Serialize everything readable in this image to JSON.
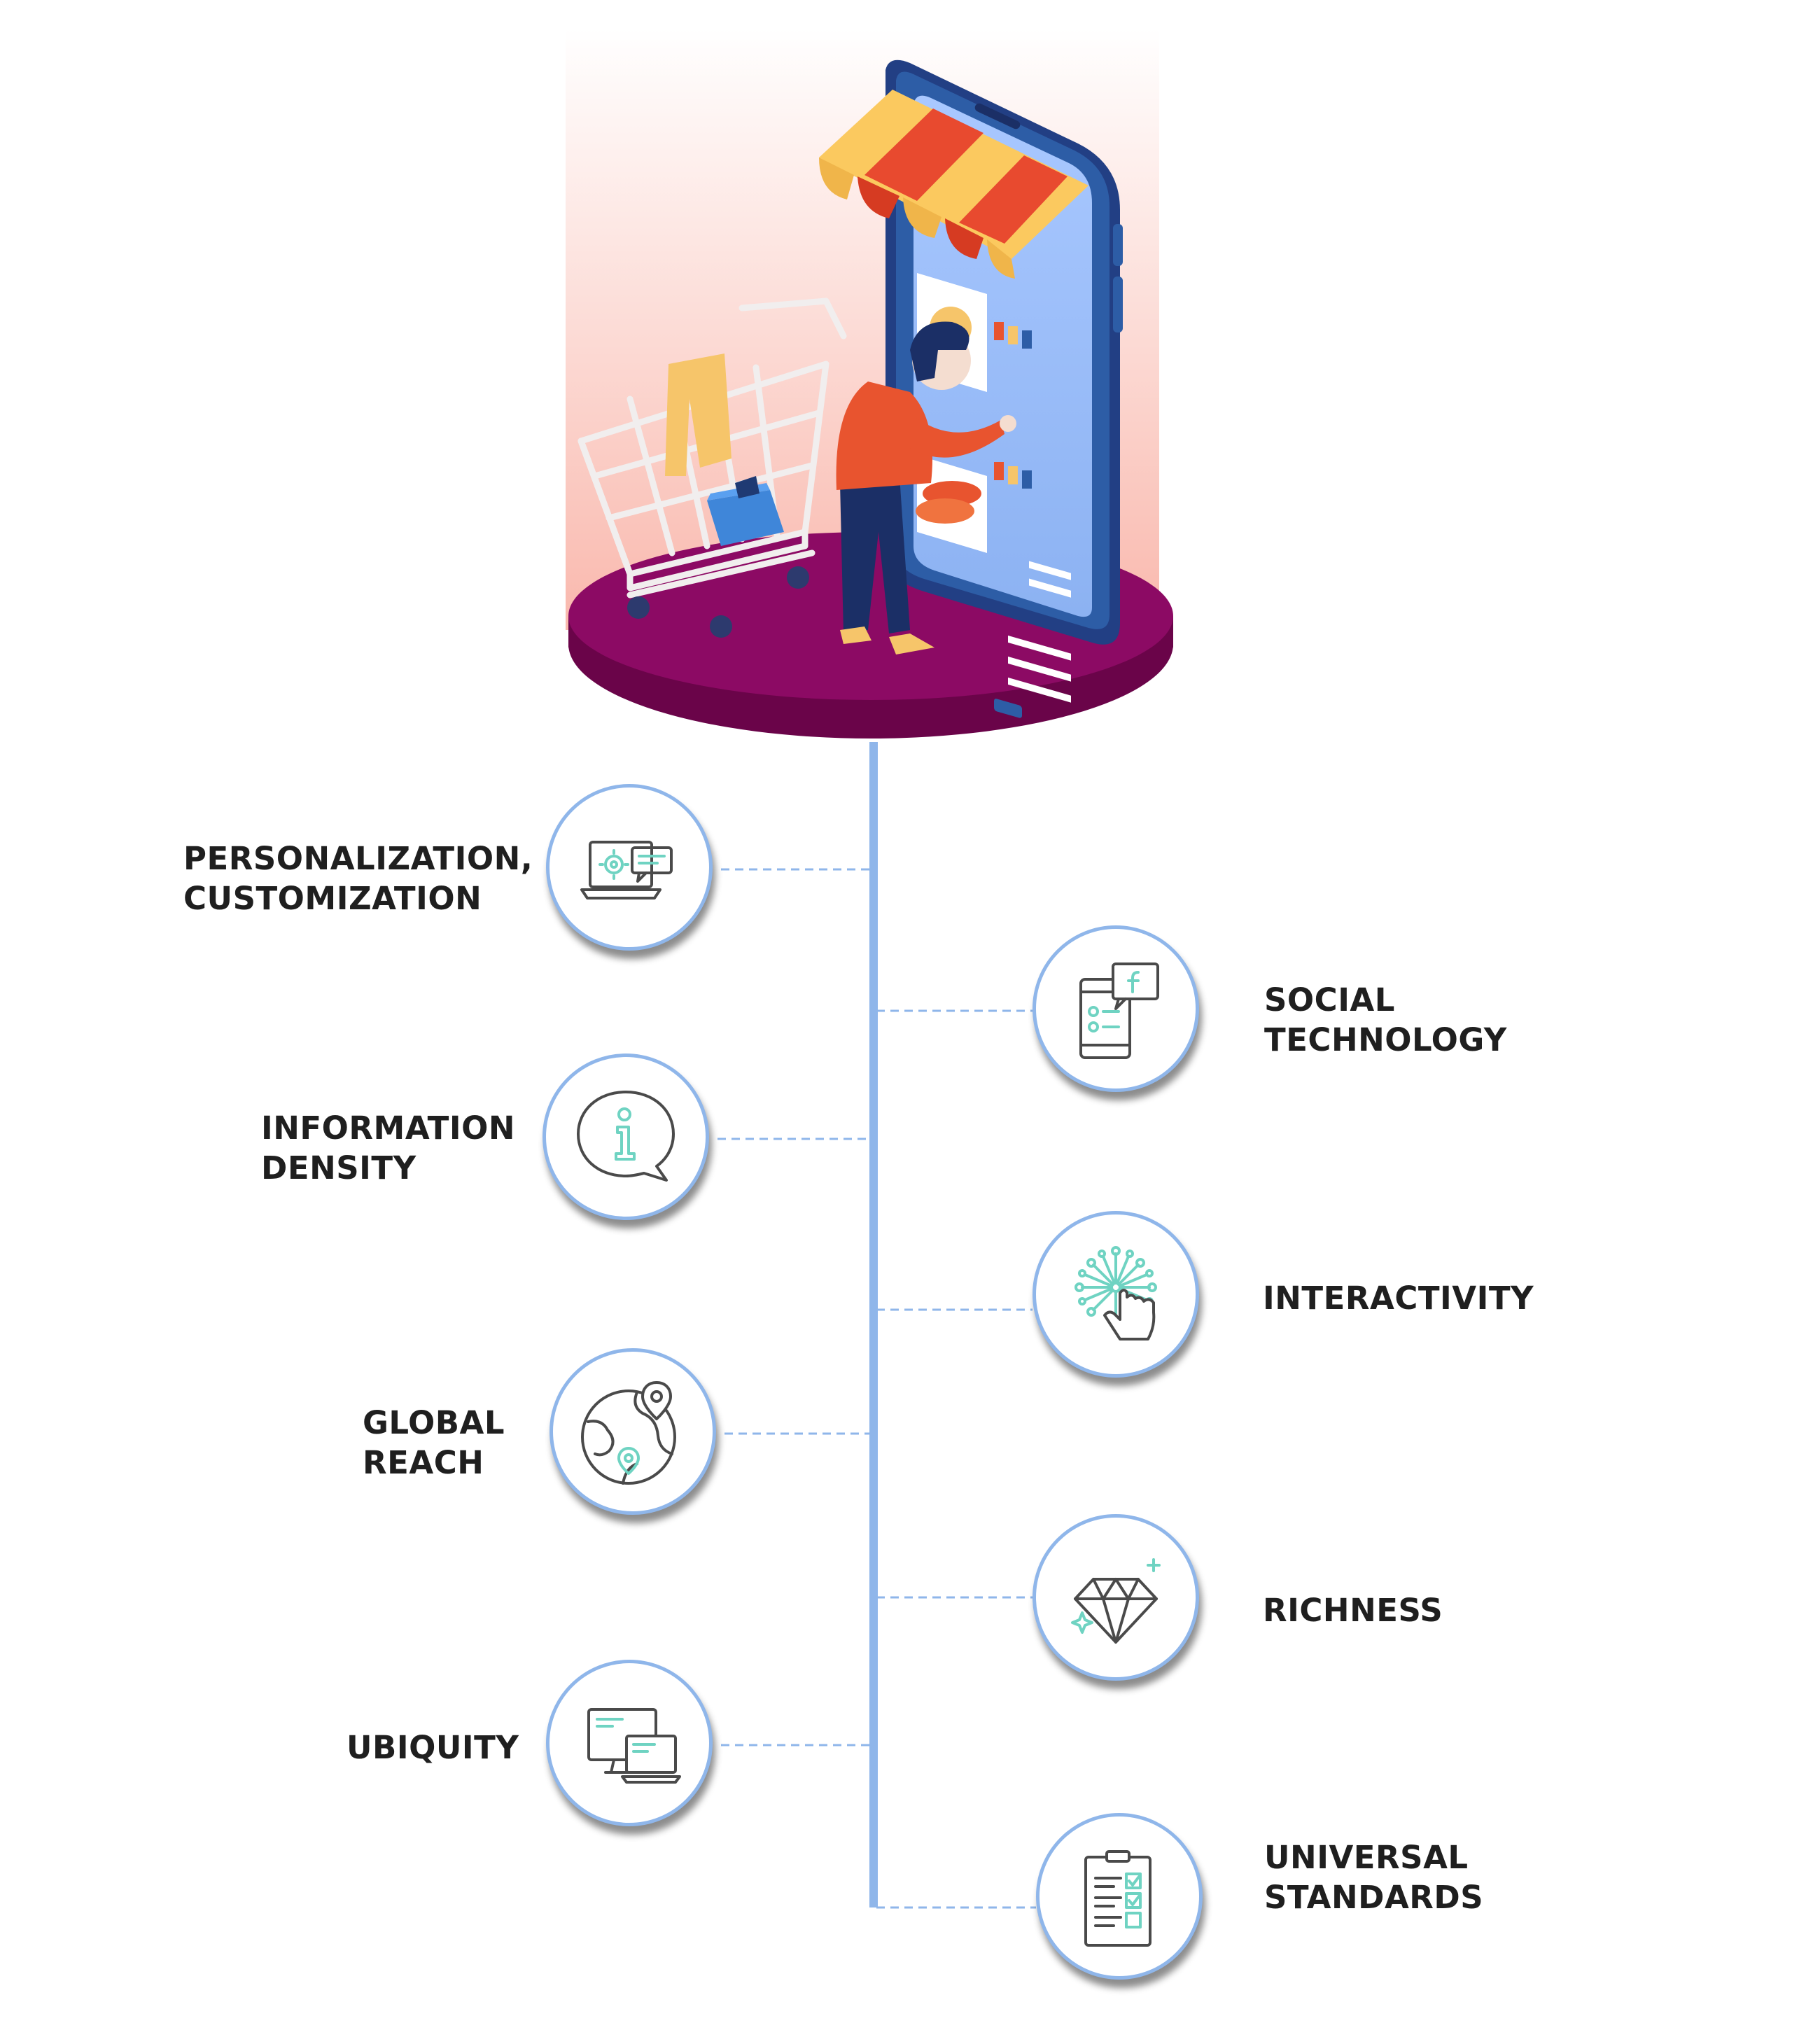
{
  "features": {
    "left": [
      {
        "id": "personalization",
        "lines": [
          "PERSONALIZATION,",
          "CUSTOMIZATION"
        ],
        "icon": "laptop-gear-icon"
      },
      {
        "id": "information-density",
        "lines": [
          "INFORMATION",
          "DENSITY"
        ],
        "icon": "info-bubble-icon"
      },
      {
        "id": "global-reach",
        "lines": [
          "GLOBAL",
          "REACH"
        ],
        "icon": "globe-pin-icon"
      },
      {
        "id": "ubiquity",
        "lines": [
          "UBIQUITY"
        ],
        "icon": "devices-icon"
      }
    ],
    "right": [
      {
        "id": "social-technology",
        "lines": [
          "SOCIAL",
          "TECHNOLOGY"
        ],
        "icon": "phone-social-icon"
      },
      {
        "id": "interactivity",
        "lines": [
          "INTERACTIVITY"
        ],
        "icon": "touch-network-icon"
      },
      {
        "id": "richness",
        "lines": [
          "RICHNESS"
        ],
        "icon": "diamond-icon"
      },
      {
        "id": "universal-standards",
        "lines": [
          "UNIVERSAL",
          "STANDARDS"
        ],
        "icon": "checklist-icon"
      }
    ]
  },
  "colors": {
    "timeline": "#8fb6ea",
    "platform": "#8c0a64",
    "phone": "#2d5da6",
    "icon_line": "#4a4a4a",
    "icon_accent": "#6fd3c2"
  }
}
